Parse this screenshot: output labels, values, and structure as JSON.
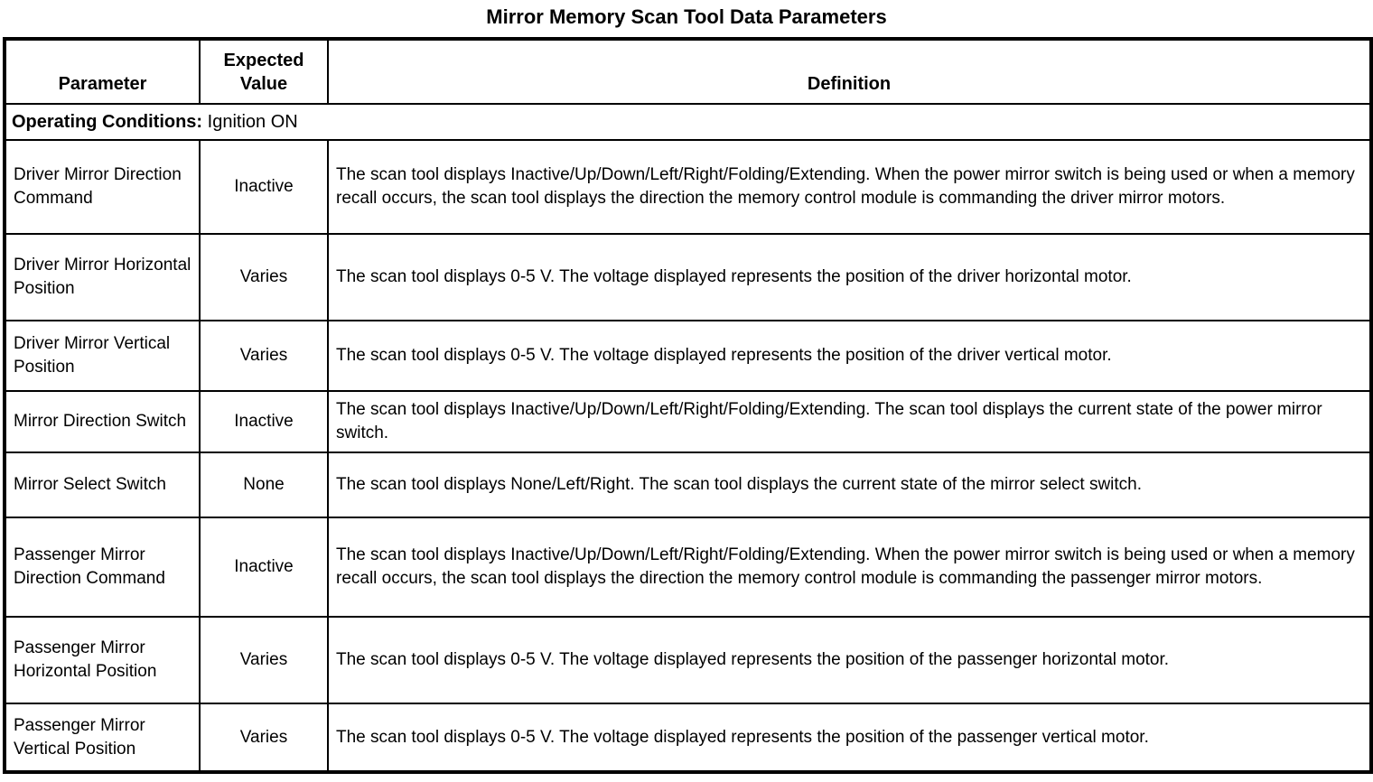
{
  "title": "Mirror Memory Scan Tool Data Parameters",
  "table": {
    "headers": {
      "parameter": "Parameter",
      "expected_value": "Expected\nValue",
      "definition": "Definition"
    },
    "operating_conditions": {
      "label": "Operating Conditions:",
      "value": "Ignition ON"
    },
    "rows": [
      {
        "parameter": "Driver Mirror Direction Command",
        "expected_value": "Inactive",
        "definition": "The scan tool displays Inactive/Up/Down/Left/Right/Folding/Extending. When the power mirror switch is being used or when a memory recall occurs, the scan tool displays the direction the memory control module is commanding the driver mirror motors."
      },
      {
        "parameter": "Driver Mirror Horizontal Position",
        "expected_value": "Varies",
        "definition": "The scan tool displays 0-5 V. The voltage displayed represents the position of the driver horizontal motor."
      },
      {
        "parameter": "Driver Mirror Vertical Position",
        "expected_value": "Varies",
        "definition": "The scan tool displays 0-5 V. The voltage displayed represents the position of the driver vertical motor."
      },
      {
        "parameter": "Mirror Direction Switch",
        "expected_value": "Inactive",
        "definition": "The scan tool displays Inactive/Up/Down/Left/Right/Folding/Extending. The scan tool displays the current state of the power mirror switch."
      },
      {
        "parameter": "Mirror Select Switch",
        "expected_value": "None",
        "definition": "The scan tool displays None/Left/Right. The scan tool displays the current state of the mirror select switch."
      },
      {
        "parameter": "Passenger Mirror Direction Command",
        "expected_value": "Inactive",
        "definition": "The scan tool displays Inactive/Up/Down/Left/Right/Folding/Extending. When the power mirror switch is being used or when a memory recall occurs, the scan tool displays the direction the memory control module is commanding the passenger mirror motors."
      },
      {
        "parameter": "Passenger Mirror Horizontal Position",
        "expected_value": "Varies",
        "definition": "The scan tool displays 0-5 V. The voltage displayed represents the position of the passenger horizontal motor."
      },
      {
        "parameter": "Passenger Mirror Vertical Position",
        "expected_value": "Varies",
        "definition": "The scan tool displays 0-5 V. The voltage displayed represents the position of the passenger vertical motor."
      }
    ]
  }
}
